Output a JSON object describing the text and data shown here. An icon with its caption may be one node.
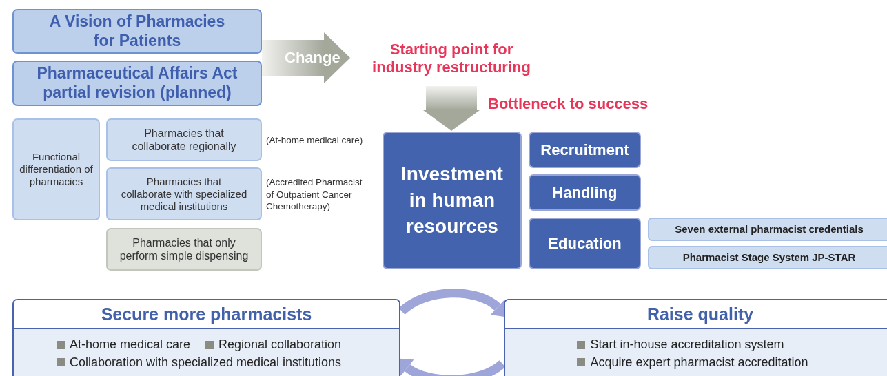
{
  "diagram": {
    "nodes": [
      {
        "text": [
          "A Vision of Pharmacies for Patients"
        ]
      },
      {
        "text": [
          "Pharmaceutical Affairs Act partial revision (planned)"
        ]
      },
      {
        "text": [
          "Starting point for industry restructuring"
        ]
      },
      {
        "text": [
          "Functional differentiation of pharmacies"
        ]
      },
      {
        "text": [
          "Pharmacies that collaborate regionally"
        ],
        "beside": [
          "(At-home medical care)"
        ]
      },
      {
        "text": [
          "Pharmacies that collaborate with specialized medical institutions"
        ],
        "beside": [
          "(Accredited Pharmacist of Outpatient Cancer Chemotherapy)"
        ]
      },
      {
        "text": [
          "Pharmacies that only perform simple dispensing"
        ]
      },
      {
        "text": [
          "Investment in human resources"
        ]
      },
      {
        "text": [
          "Recruitment"
        ]
      },
      {
        "text": [
          "Handling"
        ]
      },
      {
        "text": [
          "Education"
        ]
      },
      {
        "text": [
          "Seven external pharmacist credentials"
        ]
      },
      {
        "text": [
          "Pharmacist Stage System JP-STAR"
        ]
      },
      {
        "text": [
          "Secure more pharmacists",
          "At-home medical care",
          "Regional collaboration",
          "Collaboration with specialized medical institutions"
        ]
      },
      {
        "text": [
          "Raise quality",
          "Start in-house accreditation system",
          "Acquire expert pharmacist accreditation"
        ]
      }
    ],
    "edges": [
      {
        "from": 0,
        "to": 2,
        "arrow": "to",
        "label": "Change",
        "style": "thick",
        "color": "#a3a89b"
      },
      {
        "from": 2,
        "to": 7,
        "arrow": "to",
        "style": "thick",
        "color": "#a3a89b"
      },
      {
        "from": 13,
        "to": 14,
        "arrow": "to",
        "color": "#9ea5d8"
      },
      {
        "from": 14,
        "to": 13,
        "arrow": "to",
        "color": "#9ea5d8"
      }
    ],
    "labels": [
      "Bottleneck to success"
    ]
  }
}
